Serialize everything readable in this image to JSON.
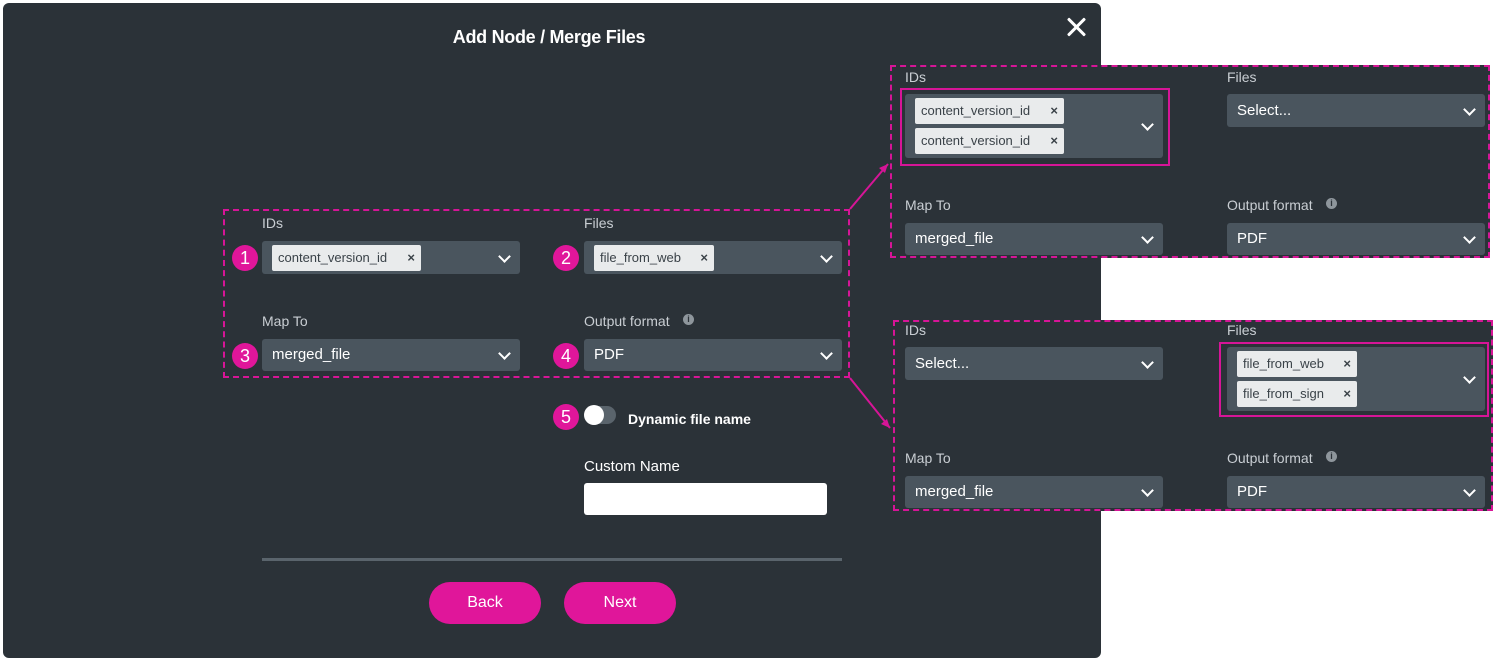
{
  "dialog": {
    "title": "Add Node / Merge Files",
    "ids_label": "IDs",
    "files_label": "Files",
    "map_to_label": "Map To",
    "output_format_label": "Output format",
    "ids_chip": "content_version_id",
    "files_chip": "file_from_web",
    "map_to_value": "merged_file",
    "output_format_value": "PDF",
    "dynamic_file_name_label": "Dynamic file name",
    "dynamic_file_name_on": false,
    "custom_name_label": "Custom Name",
    "custom_name_value": "",
    "back_label": "Back",
    "next_label": "Next",
    "badges": [
      "1",
      "2",
      "3",
      "4",
      "5"
    ],
    "info_glyph": "i",
    "chip_remove_glyph": "×"
  },
  "panel_top": {
    "ids_label": "IDs",
    "files_label": "Files",
    "map_to_label": "Map To",
    "output_format_label": "Output format",
    "ids_chips": [
      "content_version_id",
      "content_version_id"
    ],
    "files_placeholder": "Select...",
    "map_to_value": "merged_file",
    "output_format_value": "PDF"
  },
  "panel_bottom": {
    "ids_label": "IDs",
    "files_label": "Files",
    "map_to_label": "Map To",
    "output_format_label": "Output format",
    "ids_placeholder": "Select...",
    "files_chips": [
      "file_from_web",
      "file_from_sign"
    ],
    "map_to_value": "merged_file",
    "output_format_value": "PDF"
  },
  "colors": {
    "dialog_bg": "#2b3238",
    "select_bg": "#4a555e",
    "accent": "#e0169a",
    "highlight_border": "#d61597"
  },
  "icons": {
    "close": "close-icon",
    "chevron": "chevron-down-icon",
    "info": "info-icon",
    "remove": "remove-chip-icon"
  }
}
